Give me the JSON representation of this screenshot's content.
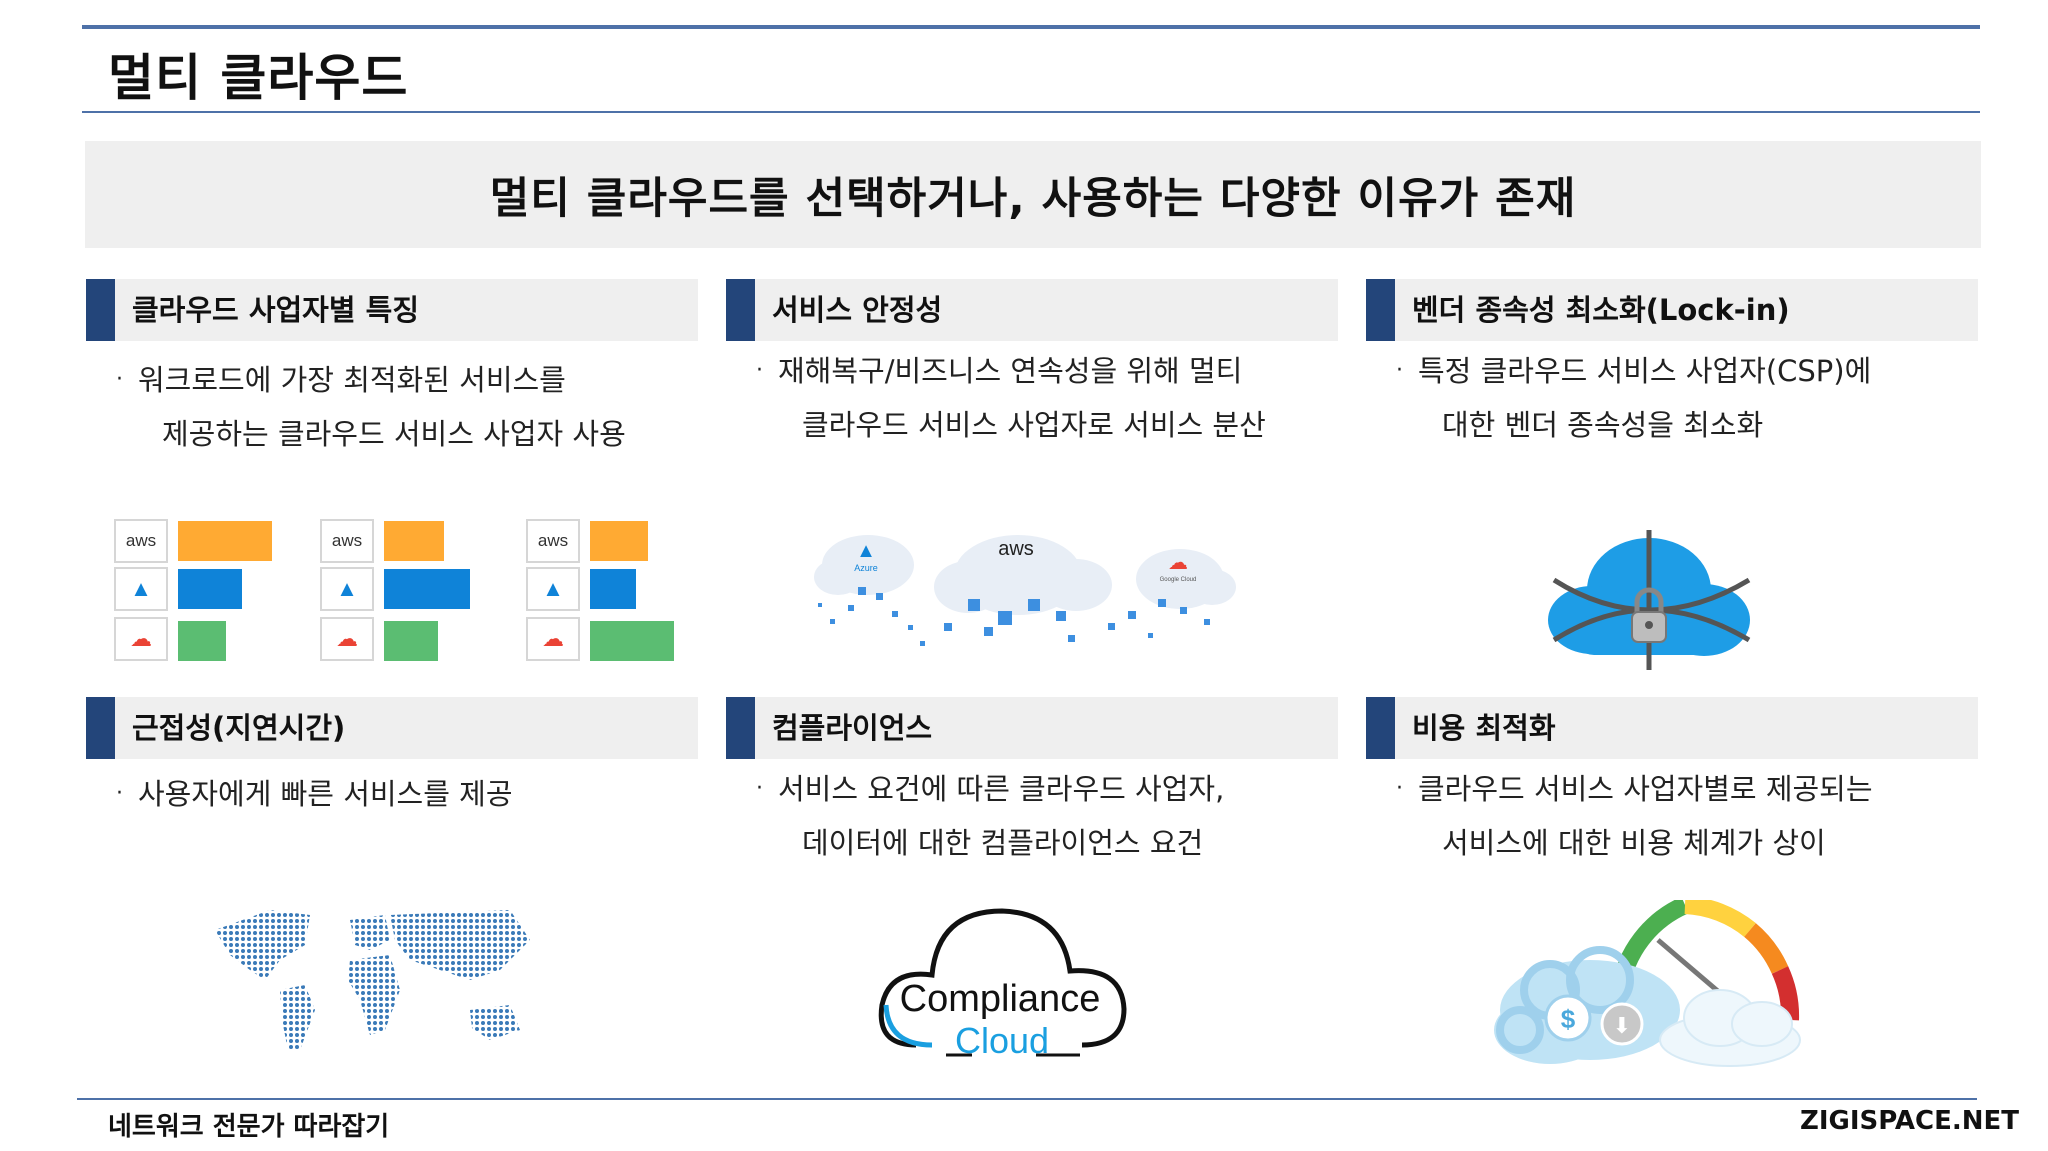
{
  "page": {
    "title": "멀티 클라우드",
    "banner": "멀티 클라우드를 선택하거나, 사용하는 다양한 이유가 존재",
    "footer_left": "네트워크 전문가 따라잡기",
    "footer_right": "ZIGISPACE.NET"
  },
  "sections": [
    {
      "title": "클라우드 사업자별 특징",
      "bullet": "·",
      "lines": [
        "워크로드에 가장 최적화된 서비스를",
        "제공하는 클라우드 서비스 사업자 사용"
      ],
      "illustration": "provider-comparison",
      "logos": [
        "aws",
        "Azure",
        "Google Cloud"
      ]
    },
    {
      "title": "서비스 안정성",
      "bullet": "·",
      "lines": [
        "재해복구/비즈니스 연속성을 위해 멀티",
        "클라우드 서비스 사업자로 서비스 분산"
      ],
      "illustration": "multi-cloud-distribution",
      "logos": [
        "Azure",
        "aws",
        "Google Cloud"
      ]
    },
    {
      "title": "벤더 종속성 최소화(Lock-in)",
      "bullet": "·",
      "lines": [
        "특정 클라우드 서비스 사업자(CSP)에",
        "대한 벤더 종속성을 최소화"
      ],
      "illustration": "cloud-chained-lock"
    },
    {
      "title": "근접성(지연시간)",
      "bullet": "·",
      "lines": [
        "사용자에게 빠른 서비스를 제공"
      ],
      "illustration": "world-map"
    },
    {
      "title": "컴플라이언스",
      "bullet": "·",
      "lines": [
        "서비스 요건에 따른 클라우드 사업자,",
        "데이터에 대한 컴플라이언스 요건"
      ],
      "illustration": "compliance-cloud",
      "logo_text": [
        "Compliance",
        "Cloud"
      ]
    },
    {
      "title": "비용 최적화",
      "bullet": "·",
      "lines": [
        "클라우드 서비스 사업자별로 제공되는",
        "서비스에 대한 비용 체계가 상이"
      ],
      "illustration": "cost-gauge-cloud"
    }
  ],
  "colors": {
    "accent_rule": "#4e71a8",
    "section_bar": "#23457a",
    "panel_bg": "#efefef",
    "aws_orange": "#ffaa33",
    "azure_blue": "#0f83d8",
    "gcp_green": "#5bbd72"
  }
}
